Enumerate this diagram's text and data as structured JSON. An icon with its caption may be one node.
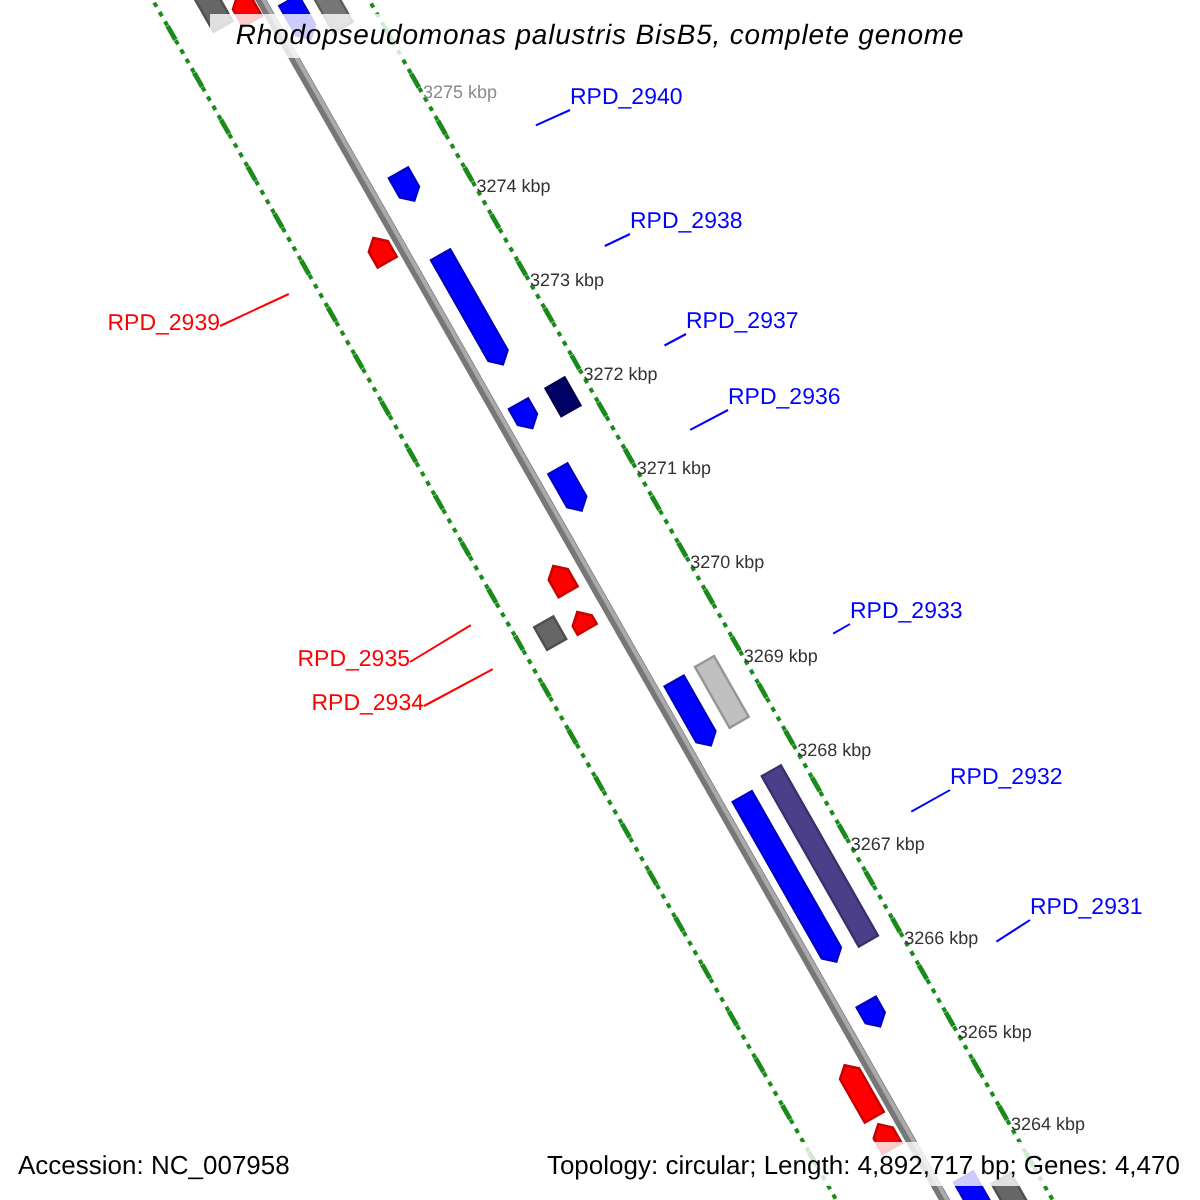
{
  "diagram": {
    "title": "Rhodopseudomonas palustris BisB5, complete genome",
    "nodes": [
      {
        "text": [
          "RPD_2940"
        ]
      },
      {
        "text": [
          "RPD_2938"
        ]
      },
      {
        "text": [
          "RPD_2939"
        ]
      },
      {
        "text": [
          "RPD_2937"
        ]
      },
      {
        "text": [
          "RPD_2936"
        ]
      },
      {
        "text": [
          "RPD_2933"
        ]
      },
      {
        "text": [
          "RPD_2935"
        ]
      },
      {
        "text": [
          "RPD_2934"
        ]
      },
      {
        "text": [
          "RPD_2932"
        ]
      },
      {
        "text": [
          "RPD_2931"
        ]
      }
    ],
    "edges": [
      {
        "from": 0,
        "to": null,
        "arrow": "none"
      },
      {
        "from": 1,
        "to": null,
        "arrow": "none"
      },
      {
        "from": 2,
        "to": null,
        "arrow": "none",
        "color": "#ff0000"
      },
      {
        "from": 3,
        "to": null,
        "arrow": "none"
      },
      {
        "from": 4,
        "to": null,
        "arrow": "none"
      },
      {
        "from": 5,
        "to": null,
        "arrow": "none"
      },
      {
        "from": 6,
        "to": null,
        "arrow": "none",
        "color": "#ff0000"
      },
      {
        "from": 7,
        "to": null,
        "arrow": "none",
        "color": "#ff0000"
      },
      {
        "from": 8,
        "to": null,
        "arrow": "none"
      },
      {
        "from": 9,
        "to": null,
        "arrow": "none"
      }
    ],
    "labels": [
      "3275 kbp",
      "3274 kbp",
      "3273 kbp",
      "3272 kbp",
      "3271 kbp",
      "3270 kbp",
      "3269 kbp",
      "3268 kbp",
      "3267 kbp",
      "3266 kbp",
      "3265 kbp",
      "3264 kbp",
      "Accession: NC_007958",
      "Topology: circular; Length: 4,892,717 bp; Genes: 4,470"
    ]
  }
}
